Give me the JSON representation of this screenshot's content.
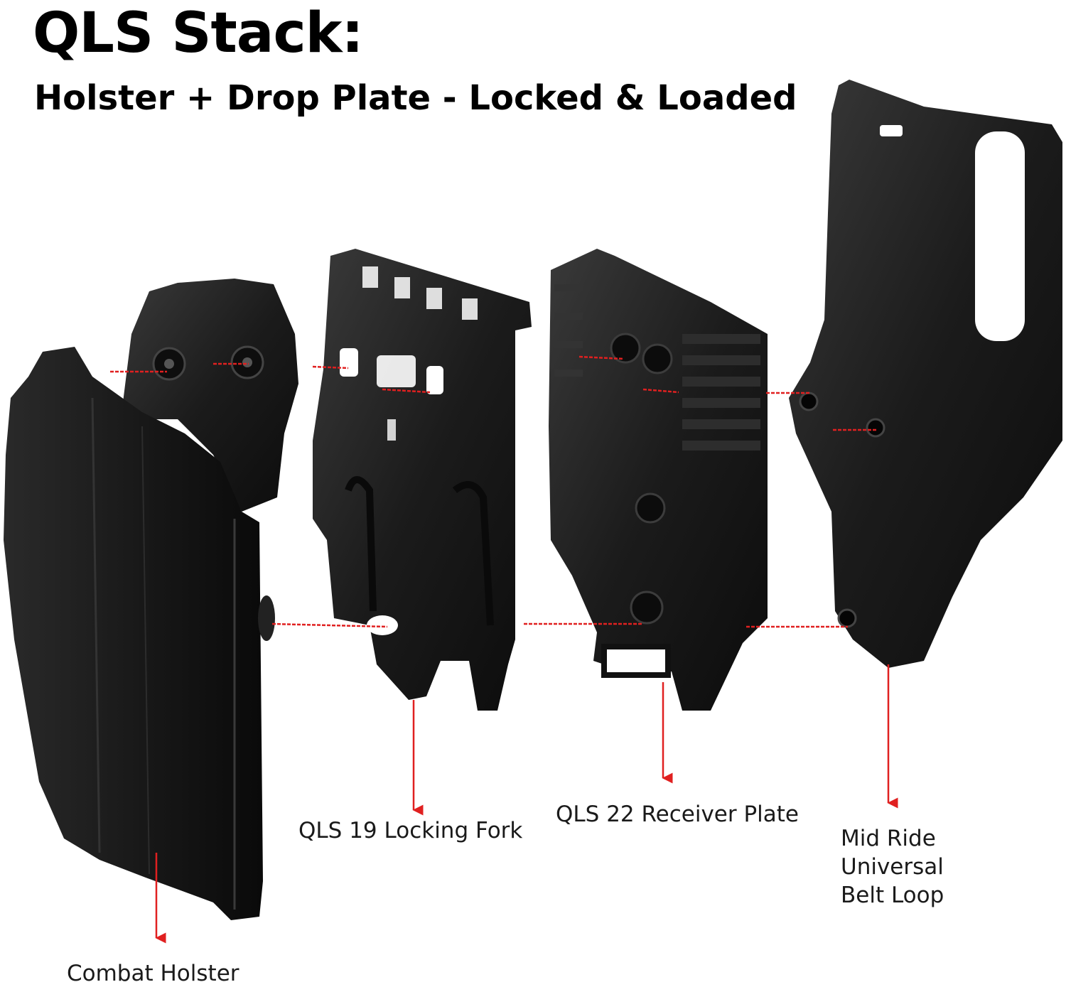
{
  "title": "QLS Stack:",
  "subtitle": "Holster + Drop Plate - Locked & Loaded",
  "labels": {
    "combat_holster": "Combat Holster",
    "locking_fork": "QLS 19 Locking Fork",
    "receiver_plate": "QLS 22 Receiver Plate",
    "belt_loop_line1": "Mid Ride",
    "belt_loop_line2": "Universal",
    "belt_loop_line3": "Belt Loop"
  },
  "colors": {
    "background": "#ffffff",
    "part": "#1c1c1c",
    "leader": "#e02020"
  }
}
